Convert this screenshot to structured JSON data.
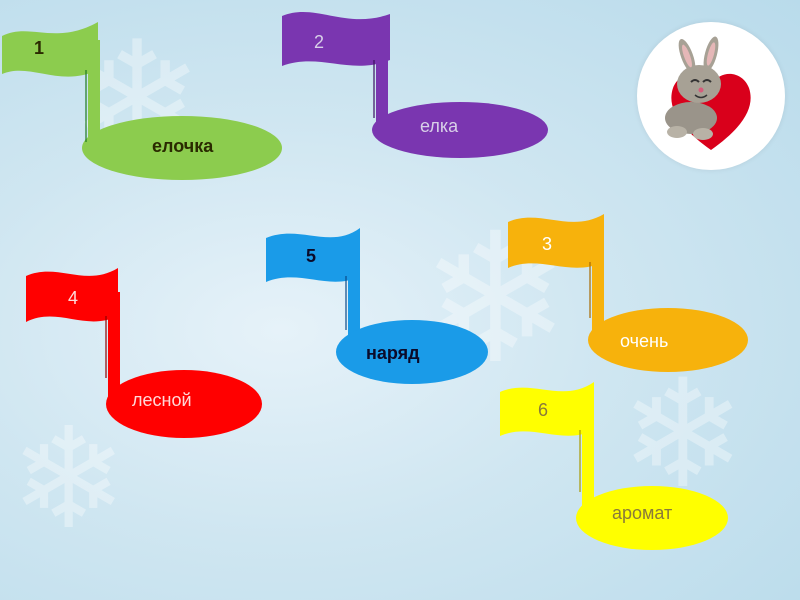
{
  "notes": [
    {
      "id": "note-1",
      "number": "1",
      "word": "елочка",
      "color": "#8ccc4e",
      "text_color": "#2a2a00"
    },
    {
      "id": "note-2",
      "number": "2",
      "word": "елка",
      "color": "#7a36b0",
      "text_color": "#d8d0e8"
    },
    {
      "id": "note-3",
      "number": "3",
      "word": "очень",
      "color": "#f7b20c",
      "text_color": "#ffffff"
    },
    {
      "id": "note-4",
      "number": "4",
      "word": "лесной",
      "color": "#ff0000",
      "text_color": "#ffd9d9"
    },
    {
      "id": "note-5",
      "number": "5",
      "word": "наряд",
      "color": "#1a9be8",
      "text_color": "#0b0b2a"
    },
    {
      "id": "note-6",
      "number": "6",
      "word": "аромат",
      "color": "#ffff00",
      "text_color": "#8a7a3a"
    }
  ],
  "decor": {
    "snowflake_icon": "snowflake-icon",
    "badge_icon": "bunny-heart-icon"
  }
}
